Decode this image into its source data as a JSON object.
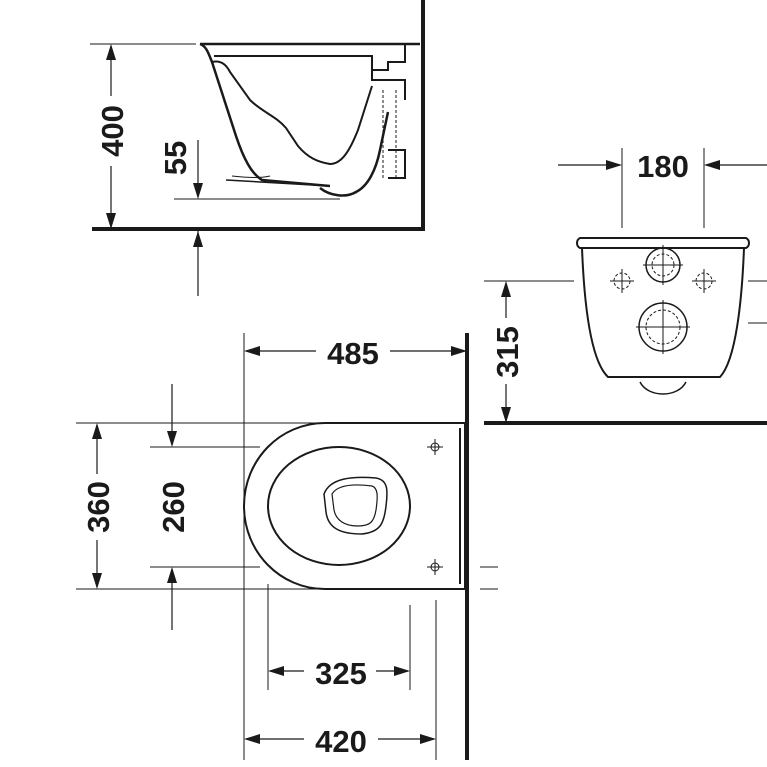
{
  "dimensions": {
    "height_400": "400",
    "depth_55": "55",
    "width_180": "180",
    "height_315": "315",
    "length_485": "485",
    "width_360": "360",
    "width_260": "260",
    "length_325": "325",
    "length_420": "420"
  }
}
